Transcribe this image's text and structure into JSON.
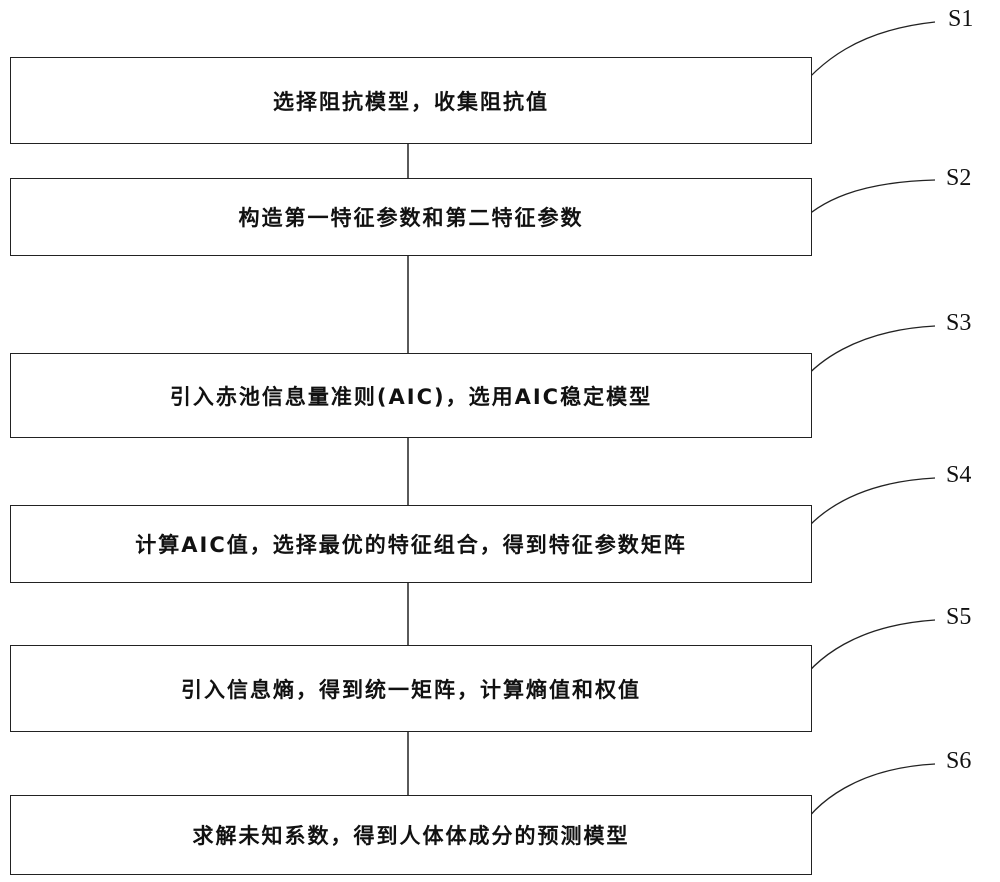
{
  "steps": [
    {
      "label": "S1",
      "text": "选择阻抗模型，收集阻抗值"
    },
    {
      "label": "S2",
      "text": "构造第一特征参数和第二特征参数"
    },
    {
      "label": "S3",
      "text": "引入赤池信息量准则(AIC)，选用AIC稳定模型"
    },
    {
      "label": "S4",
      "text": "计算AIC值，选择最优的特征组合，得到特征参数矩阵"
    },
    {
      "label": "S5",
      "text": "引入信息熵，得到统一矩阵，计算熵值和权值"
    },
    {
      "label": "S6",
      "text": "求解未知系数，得到人体体成分的预测模型"
    }
  ]
}
